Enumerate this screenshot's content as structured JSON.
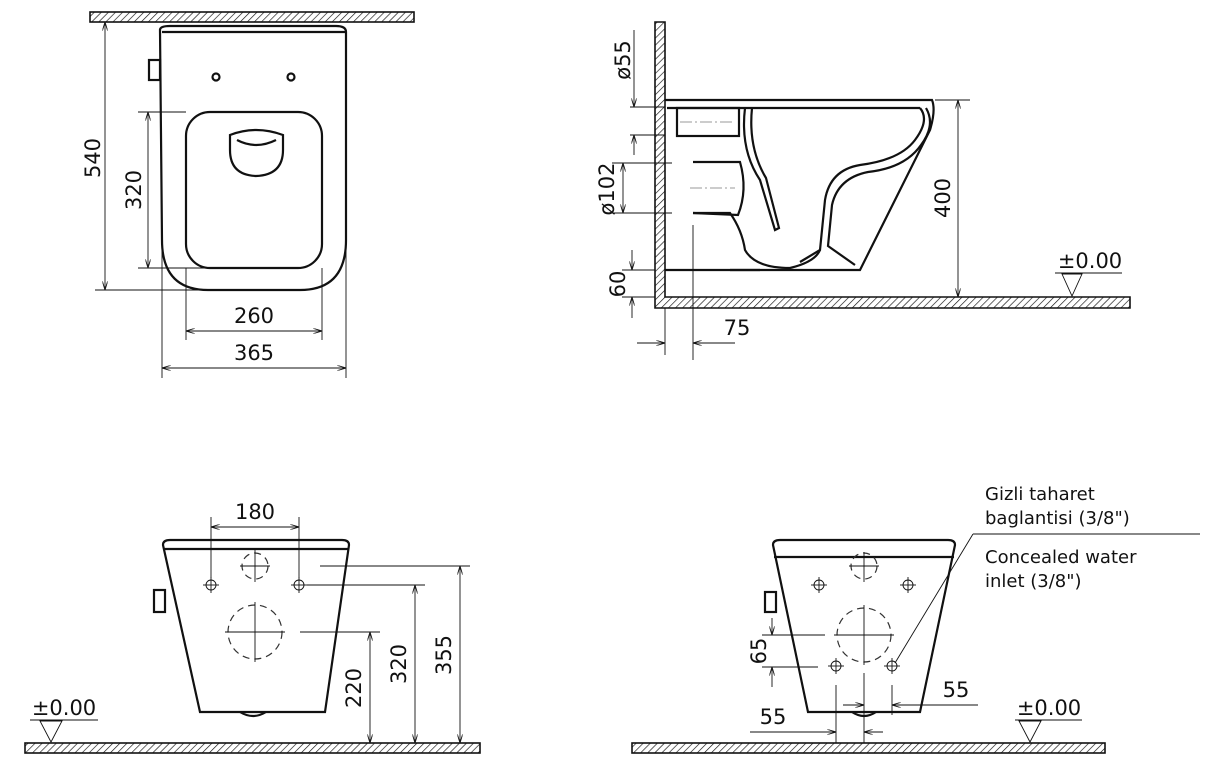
{
  "top_view": {
    "dim_depth": "540",
    "dim_seat_depth": "320",
    "dim_seat_width": "260",
    "dim_width": "365"
  },
  "side_view": {
    "dim_inlet_diameter": "ø55",
    "dim_outlet_diameter": "ø102",
    "dim_height": "400",
    "dim_outlet_height": "60",
    "dim_wall_offset": "75",
    "level": "±0.00"
  },
  "rear_view": {
    "dim_bolt_spacing": "180",
    "dim_outlet_height": "220",
    "dim_inlet_height": "320",
    "dim_total_height": "355",
    "level": "±0.00"
  },
  "rear_view_2": {
    "note_tr_line1": "Gizli taharet",
    "note_tr_line2": "baglantisi (3/8\")",
    "note_en_line1": "Concealed water",
    "note_en_line2": "inlet (3/8\")",
    "dim_vertical_offset": "65",
    "dim_right_offset": "55",
    "dim_left_offset": "55",
    "level": "±0.00"
  }
}
